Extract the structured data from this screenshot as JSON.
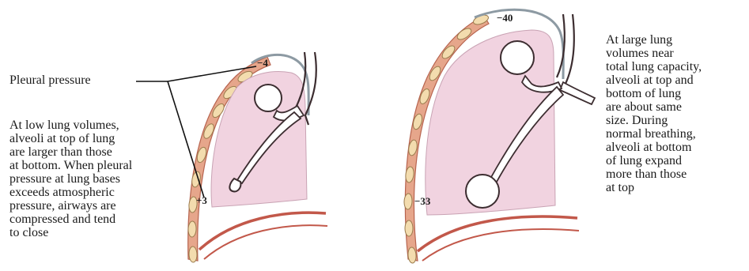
{
  "colors": {
    "lung_fill": "#f1d3e0",
    "lung_edge": "#c9a3b4",
    "chest_wall": "#e6a68b",
    "chest_wall_edge": "#b7644f",
    "rib": "#f3dcae",
    "rib_edge": "#9a7b4d",
    "pleura_gray": "#8d9aa3",
    "diaphragm": "#c2584a",
    "airway": "#3c2d30",
    "line": "#111111"
  },
  "icons": [
    "pleura-icon",
    "lung-icon",
    "alveolus-icon",
    "airway-icon",
    "rib-icon",
    "diaphragm-icon"
  ],
  "left_panel": {
    "label": "Pleural pressure",
    "pressure_top": "−4",
    "pressure_bottom": "+3",
    "description_lines": [
      "At low lung volumes,",
      "alveoli at top of lung",
      "are larger than those",
      "at bottom. When pleural",
      "pressure at lung bases",
      "exceeds atmospheric",
      "pressure, airways are",
      "compressed and tend",
      "to close"
    ]
  },
  "right_panel": {
    "pressure_top": "−40",
    "pressure_bottom": "−33",
    "description_lines": [
      "At large lung",
      "volumes near",
      "total lung capacity,",
      "alveoli at top and",
      "bottom of lung",
      "are about same",
      "size. During",
      "normal breathing,",
      "alveoli at bottom",
      "of lung expand",
      "more than those",
      "at top"
    ]
  }
}
